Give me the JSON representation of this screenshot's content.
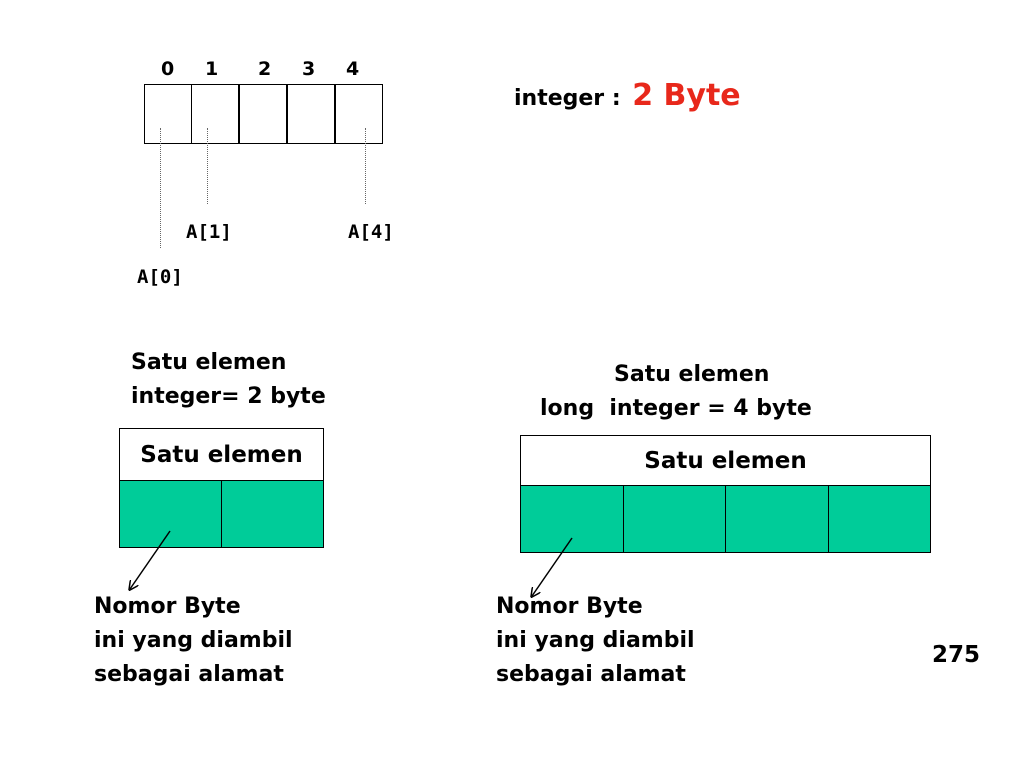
{
  "colors": {
    "accent": "#e8281b",
    "cell_fill": "#00cc99",
    "text": "#000000"
  },
  "array_diagram": {
    "indices": [
      "0",
      "1",
      "2",
      "3",
      "4"
    ],
    "labels": {
      "a0": "A[0]",
      "a1": "A[1]",
      "a4": "A[4]"
    }
  },
  "integer_size": {
    "prefix": "integer :",
    "value": "2 Byte"
  },
  "integer_element": {
    "caption_line1": "Satu elemen",
    "caption_line2": "integer= 2 byte",
    "header": "Satu elemen",
    "note_line1": "Nomor Byte",
    "note_line2": "ini yang diambil",
    "note_line3": "sebagai alamat"
  },
  "long_element": {
    "caption_line1": "Satu elemen",
    "caption_line2": "long  integer = 4 byte",
    "header": "Satu elemen",
    "note_line1": "Nomor Byte",
    "note_line2": "ini yang diambil",
    "note_line3": "sebagai alamat"
  },
  "page_number": "275"
}
